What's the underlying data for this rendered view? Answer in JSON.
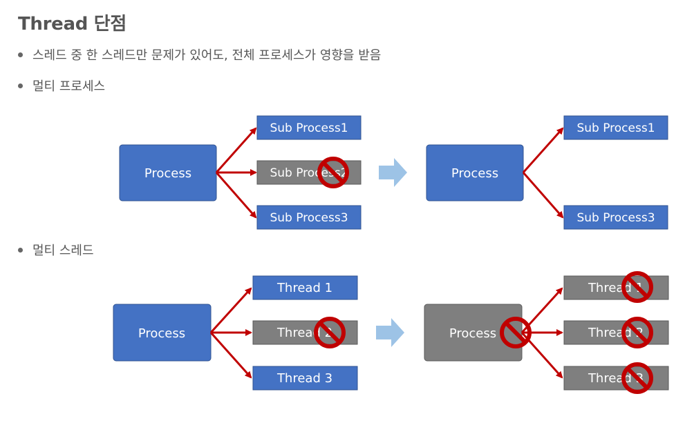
{
  "title": "Thread 단점",
  "bullets": [
    "스레드 중 한 스레드만 문제가 있어도, 전체 프로세스가 영향을 받음",
    "멀티 프로세스",
    "멀티 스레드"
  ],
  "diagram": {
    "process_label": "Process",
    "sub_process_labels": [
      "Sub Process1",
      "Sub Process2",
      "Sub Process3"
    ],
    "thread_labels": [
      "Thread 1",
      "Thread 2",
      "Thread 3"
    ]
  },
  "colors": {
    "blue_box": "#4472c4",
    "gray_box": "#7f7f7f",
    "red_arrow": "#c00000",
    "light_arrow": "#9dc3e6",
    "prohibit_red": "#c00000",
    "text": "#555555"
  }
}
